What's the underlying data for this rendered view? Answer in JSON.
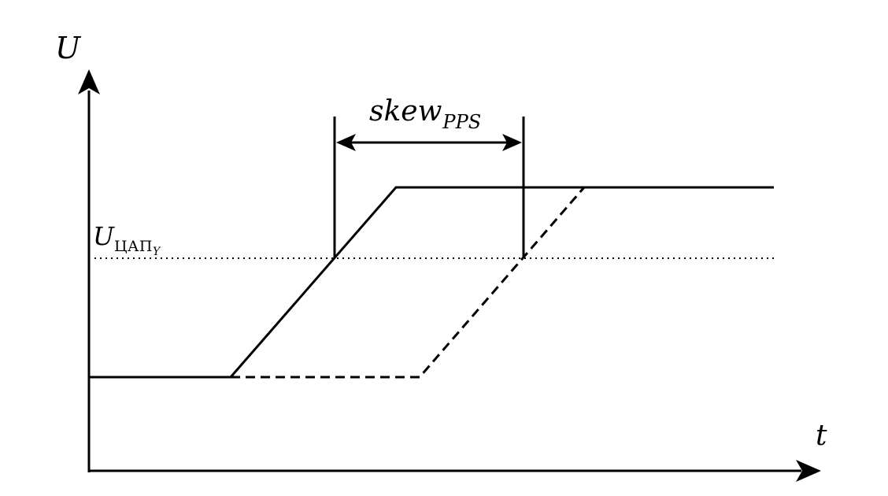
{
  "axes": {
    "y_label": "U",
    "x_label": "t"
  },
  "skew": {
    "main": "skew",
    "sub": "PPS"
  },
  "threshold": {
    "main": "U",
    "sub": "ЦАП",
    "subsub": "Y"
  },
  "lines": {
    "reference_style": "solid",
    "delayed_style": "dashed",
    "threshold_style": "dotted"
  },
  "colors": {
    "stroke": "#000000",
    "background": "#ffffff"
  }
}
